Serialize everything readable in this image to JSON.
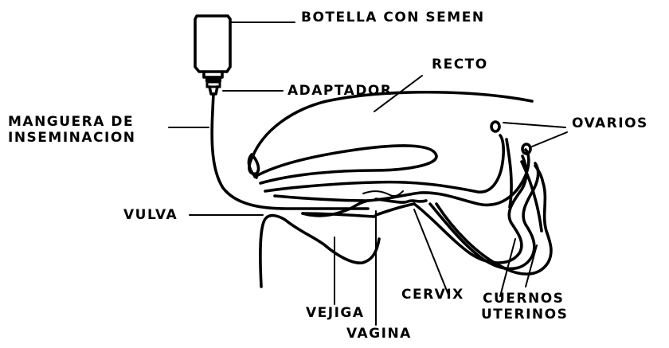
{
  "colors": {
    "ink": "#000000",
    "background": "#ffffff"
  },
  "labels": {
    "botella": "BOTELLA CON SEMEN",
    "adaptador": "ADAPTADOR",
    "recto": "RECTO",
    "manguera_line1": "MANGUERA DE",
    "manguera_line2": "INSEMINACION",
    "ovarios": "OVARIOS",
    "vulva": "VULVA",
    "cervix": "CERVIX",
    "cuernos_line1": "CUERNOS",
    "cuernos_line2": "UTERINOS",
    "vejiga": "VEJIGA",
    "vagina": "VAGINA"
  }
}
